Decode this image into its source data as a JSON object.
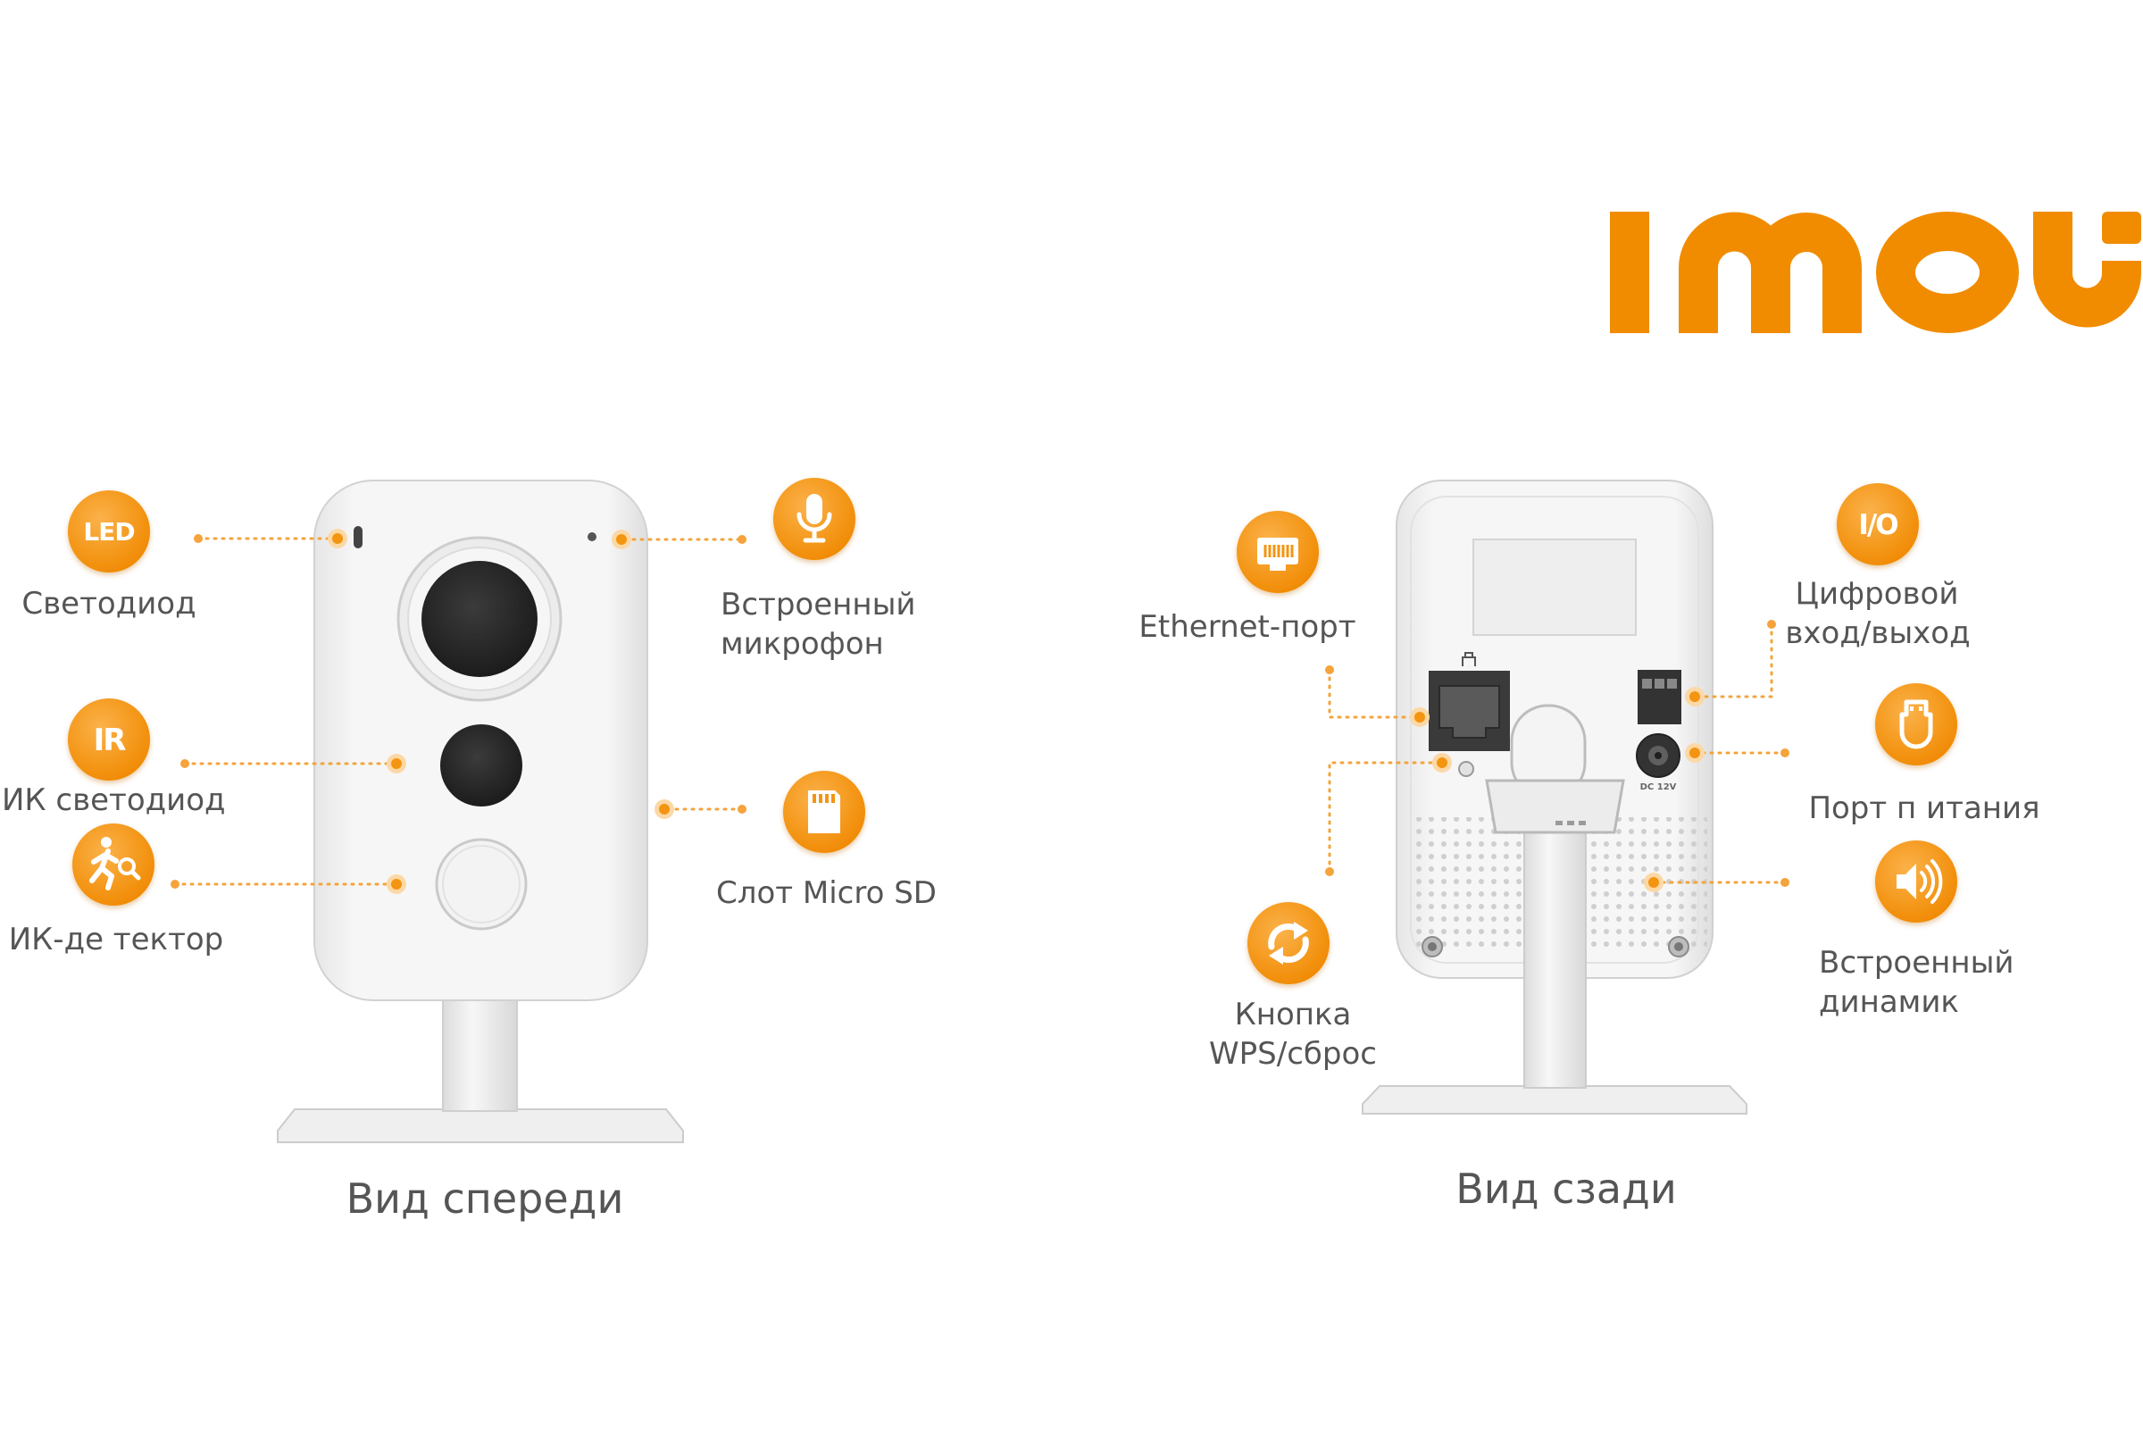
{
  "logo": {
    "text": "imou"
  },
  "colors": {
    "accent": "#F39511",
    "leader": "#F5A33A",
    "label": "#555555",
    "logo": "#F18C00"
  },
  "front_view": {
    "caption": "Вид спереди",
    "led": {
      "icon": "led-icon",
      "icon_text": "LED",
      "label": "Светодиод"
    },
    "ir_led": {
      "icon": "ir-icon",
      "icon_text": "IR",
      "label": "ИК светодиод"
    },
    "pir": {
      "icon": "motion-detector-icon",
      "label": "ИК-де тектор"
    },
    "microphone": {
      "icon": "microphone-icon",
      "label_lines": [
        "Встроенный",
        "микрофон"
      ]
    },
    "sd_slot": {
      "icon": "sd-card-icon",
      "label": "Слот Micro SD"
    }
  },
  "back_view": {
    "caption": "Вид сзади",
    "ethernet": {
      "icon": "ethernet-icon",
      "label": "Ethernet-порт"
    },
    "wps_reset": {
      "icon": "reset-icon",
      "label_lines": [
        "Кнопка",
        "WPS/сброс"
      ]
    },
    "io": {
      "icon": "io-icon",
      "icon_text": "I/O",
      "label_lines": [
        "Цифровой",
        "вход/выход"
      ]
    },
    "power": {
      "icon": "power-plug-icon",
      "label": "Порт п итания"
    },
    "speaker": {
      "icon": "speaker-icon",
      "label_lines": [
        "Встроенный",
        "динамик"
      ]
    },
    "dc_jack_marking": "DC 12V"
  }
}
